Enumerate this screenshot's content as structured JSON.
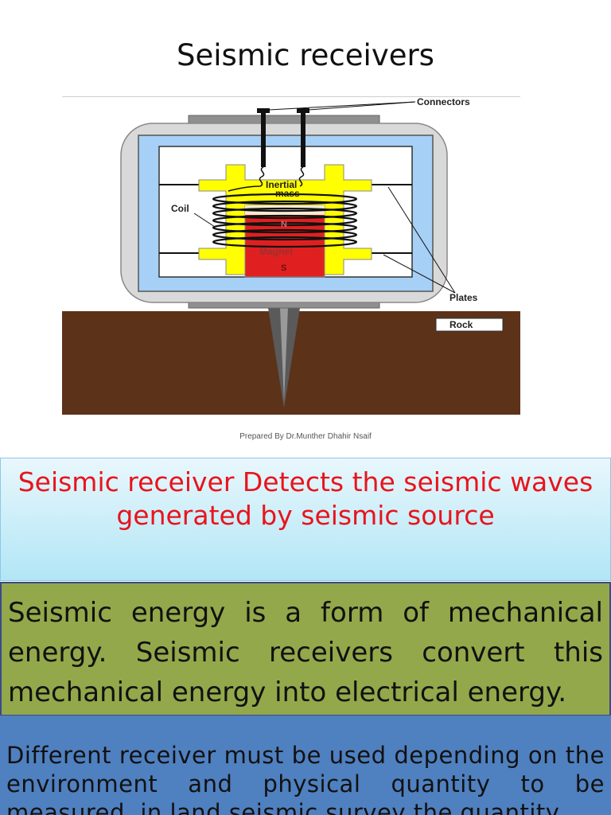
{
  "slide": {
    "title": "Seismic receivers",
    "credit": "Prepared By Dr.Munther Dhahir Nsaif"
  },
  "diagram": {
    "labels": {
      "connectors": "Connectors",
      "inertial_mass_line1": "Inertial",
      "inertial_mass_line2": "mass",
      "coil": "Coil",
      "north_pole": "N",
      "magnet": "Magnet",
      "south_pole": "S",
      "plates": "Plates",
      "rock": "Rock"
    },
    "colors": {
      "housing": "#d9d9d9",
      "inner_frame": "#a6d0f5",
      "inertial_mass": "#ffff00",
      "magnet": "#e02020",
      "ground": "#5c3219",
      "spike": "#555555"
    }
  },
  "boxes": {
    "definition": "Seismic receiver  Detects  the seismic waves generated by seismic source",
    "energy": "Seismic energy is a form of mechanical energy. Seismic receivers convert this mechanical energy into electrical energy.",
    "environment": "Different receiver must be used depending on the environment and physical quantity to be measured. in land seismic survey the quantity"
  },
  "colors": {
    "box_definition_text": "#e8141c",
    "box_energy_bg": "#93a84a",
    "box_environment_bg": "#4f80c0"
  }
}
